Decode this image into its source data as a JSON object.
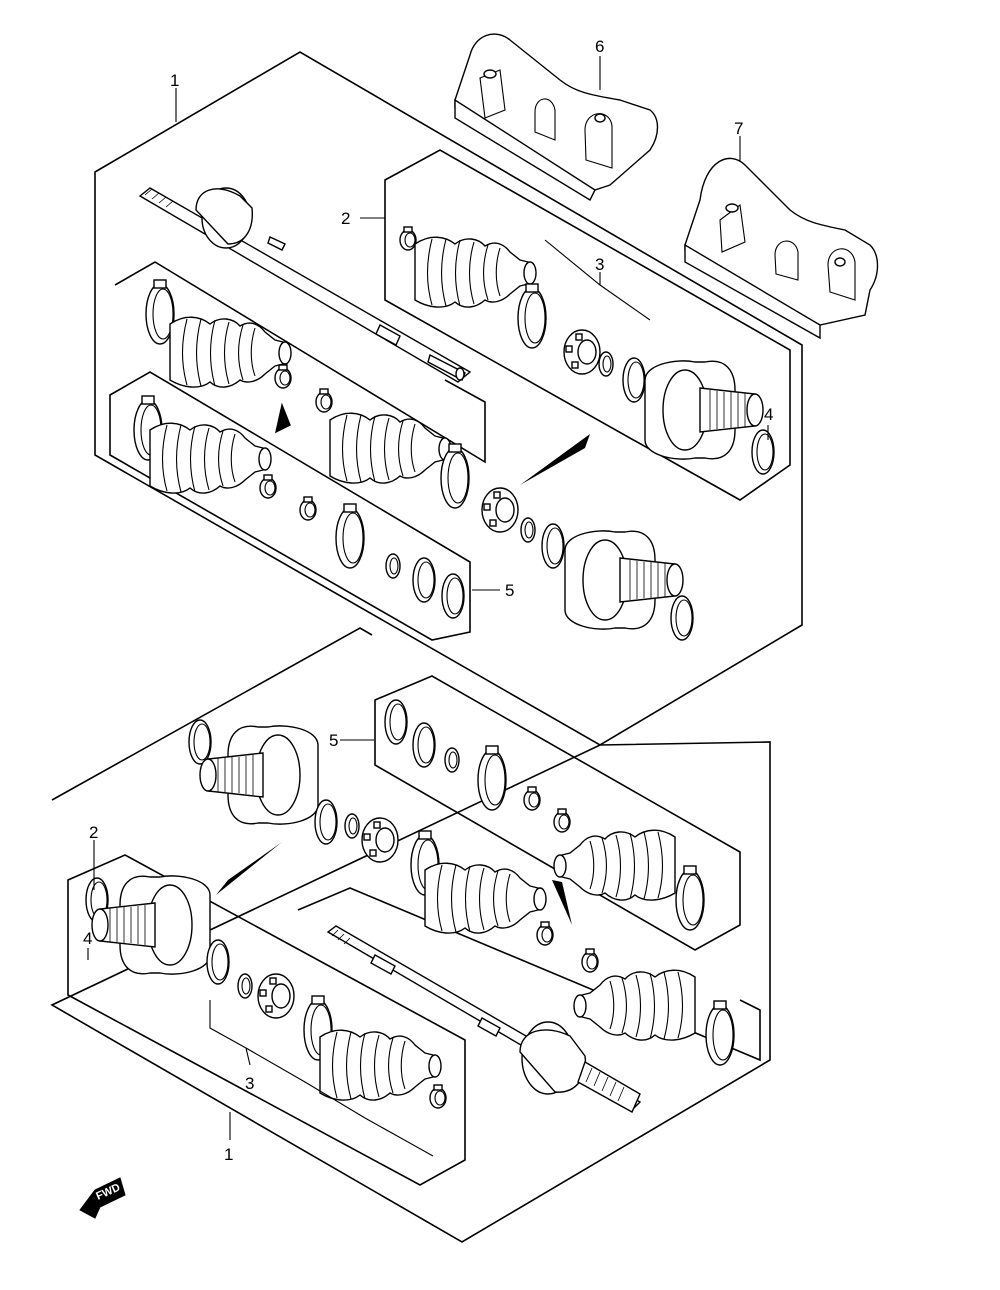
{
  "callouts": {
    "upper_assembly": "1",
    "upper_outer_kit": "2",
    "upper_clip": "3",
    "upper_ring": "4",
    "upper_inner_kit": "5",
    "plate_left": "6",
    "plate_right": "7",
    "lower_inner_kit": "5",
    "lower_outer_kit": "2",
    "lower_ring": "4",
    "lower_clip": "3",
    "lower_assembly": "1"
  },
  "forward_badge": {
    "label": "FWD",
    "icon": "arrow-left-icon"
  },
  "colors": {
    "line": "#000000",
    "background": "#ffffff"
  }
}
